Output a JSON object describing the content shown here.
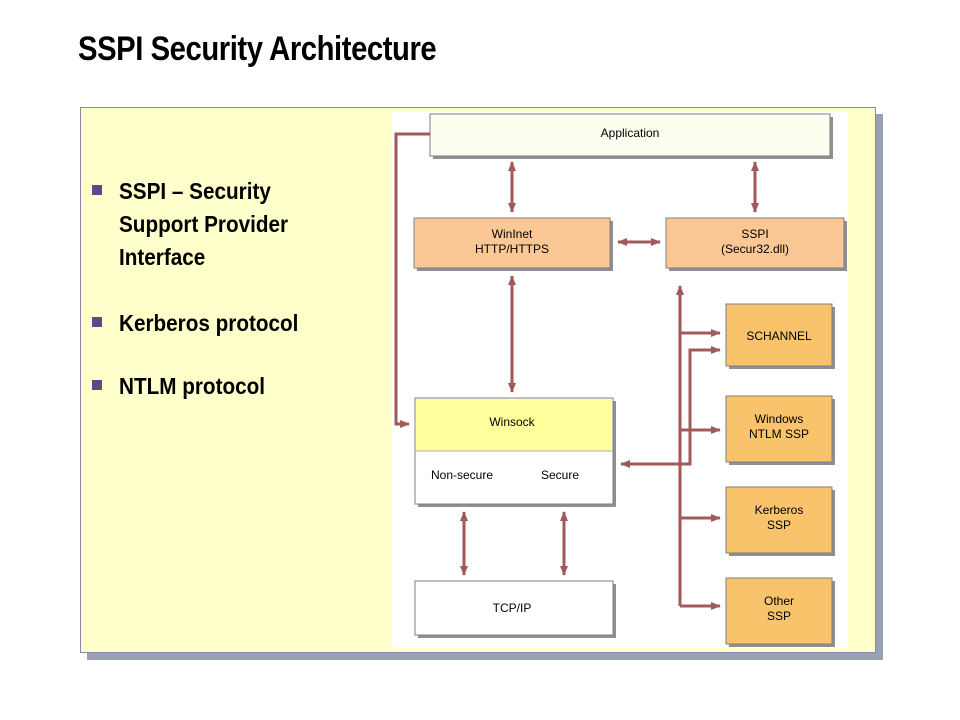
{
  "slide": {
    "title": "SSPI Security Architecture"
  },
  "bullets": [
    {
      "text": "SSPI – Security\nSupport Provider\nInterface"
    },
    {
      "text": "Kerberos protocol"
    },
    {
      "text": "NTLM protocol"
    }
  ],
  "diagram": {
    "application": "Application",
    "wininet": [
      "WinInet",
      "HTTP/HTTPS"
    ],
    "sspi": [
      "SSPI",
      "(Secur32.dll)"
    ],
    "schannel": "SCHANNEL",
    "ntlm": [
      "Windows",
      "NTLM SSP"
    ],
    "kerberos": [
      "Kerberos",
      "SSP"
    ],
    "other": [
      "Other",
      "SSP"
    ],
    "winsock": "Winsock",
    "non_secure": "Non-secure",
    "secure": "Secure",
    "tcpip": "TCP/IP"
  },
  "colors": {
    "arrow": "#a05a5a",
    "orange_box": "#fbc895",
    "ssp_box": "#f8c36a",
    "winsock_header": "#ffff9c",
    "panel": "#ffffcc"
  }
}
